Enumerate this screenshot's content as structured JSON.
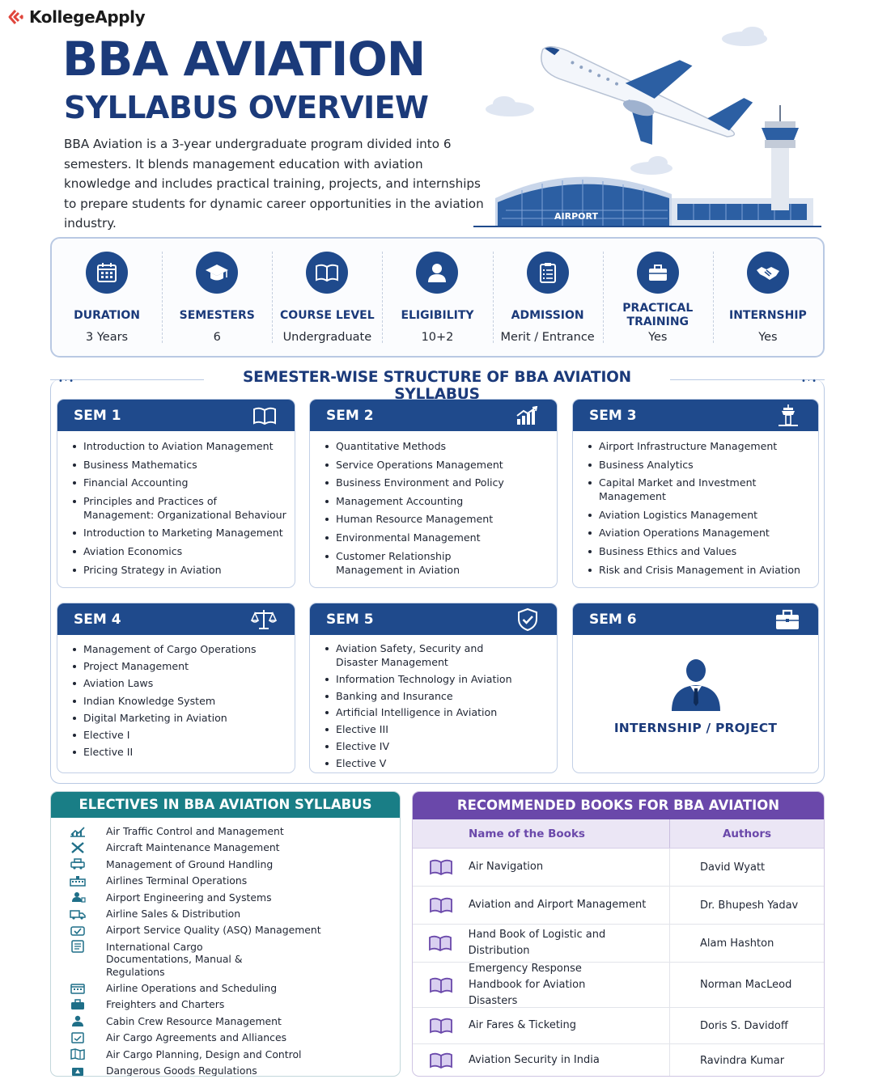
{
  "brand": {
    "name": "KollegeApply"
  },
  "title": "BBA AVIATION",
  "subtitle": "SYLLABUS OVERVIEW",
  "intro": "BBA Aviation is a 3-year undergraduate program divided into 6 semesters. It blends management education with aviation knowledge and includes practical training, projects, and internships to prepare students for dynamic career opportunities in the aviation industry.",
  "hero": {
    "airport_sign": "AIRPORT"
  },
  "stats": [
    {
      "label": "DURATION",
      "value": "3 Years",
      "icon": "calendar-icon"
    },
    {
      "label": "SEMESTERS",
      "value": "6",
      "icon": "graduation-cap-icon"
    },
    {
      "label": "COURSE LEVEL",
      "value": "Undergraduate",
      "icon": "book-icon"
    },
    {
      "label": "ELIGIBILITY",
      "value": "10+2",
      "icon": "person-icon"
    },
    {
      "label": "ADMISSION",
      "value": "Merit / Entrance",
      "icon": "clipboard-icon"
    },
    {
      "label": "PRACTICAL TRAINING",
      "value": "Yes",
      "icon": "briefcase-icon"
    },
    {
      "label": "INTERNSHIP",
      "value": "Yes",
      "icon": "handshake-icon"
    }
  ],
  "semester_section": {
    "heading": "SEMESTER-WISE STRUCTURE OF BBA AVIATION SYLLABUS",
    "semesters": [
      {
        "title": "SEM 1",
        "icon": "open-book-icon",
        "subjects": [
          "Introduction to Aviation Management",
          "Business Mathematics",
          "Financial Accounting",
          "Principles and Practices of Management: Organizational Behaviour",
          "Introduction to Marketing Management",
          "Aviation Economics",
          "Pricing Strategy in Aviation"
        ]
      },
      {
        "title": "SEM 2",
        "icon": "growth-chart-icon",
        "subjects": [
          "Quantitative Methods",
          "Service Operations Management",
          "Business Environment and Policy",
          "Management Accounting",
          "Human Resource Management",
          "Environmental Management",
          "Customer Relationship Management in Aviation"
        ]
      },
      {
        "title": "SEM 3",
        "icon": "control-tower-icon",
        "subjects": [
          "Airport Infrastructure Management",
          "Business Analytics",
          "Capital Market and Investment Management",
          "Aviation Logistics Management",
          "Aviation Operations Management",
          "Business Ethics and Values",
          "Risk and Crisis Management in Aviation"
        ]
      },
      {
        "title": "SEM 4",
        "icon": "scales-icon",
        "subjects": [
          "Management of Cargo Operations",
          "Project Management",
          "Aviation Laws",
          "Indian Knowledge System",
          "Digital Marketing in Aviation",
          "Elective I",
          "Elective II"
        ]
      },
      {
        "title": "SEM 5",
        "icon": "shield-check-icon",
        "subjects": [
          "Aviation Safety, Security and Disaster Management",
          "Information Technology in Aviation",
          "Banking and Insurance",
          "Artificial Intelligence in Aviation",
          "Elective III",
          "Elective IV",
          "Elective V"
        ]
      },
      {
        "title": "SEM 6",
        "icon": "briefcase-icon",
        "subjects": [],
        "highlight": "INTERNSHIP / PROJECT"
      }
    ]
  },
  "electives": {
    "heading": "ELECTIVES IN BBA AVIATION SYLLABUS",
    "items": [
      "Air Traffic Control and Management",
      "Aircraft Maintenance Management",
      "Management of Ground Handling",
      "Airlines Terminal Operations",
      "Airport Engineering and Systems",
      "Airline Sales & Distribution",
      "Airport Service Quality (ASQ) Management",
      "International Cargo Documentations, Manual & Regulations",
      "Airline Operations and Scheduling",
      "Freighters and Charters",
      "Cabin Crew Resource Management",
      "Air Cargo Agreements and Alliances",
      "Air Cargo Planning, Design and Control",
      "Dangerous Goods Regulations"
    ]
  },
  "books": {
    "heading": "RECOMMENDED BOOKS FOR BBA AVIATION",
    "col_name": "Name of the Books",
    "col_author": "Authors",
    "rows": [
      {
        "name": "Air Navigation",
        "author": "David Wyatt"
      },
      {
        "name": "Aviation and Airport Management",
        "author": "Dr. Bhupesh Yadav"
      },
      {
        "name": "Hand Book of Logistic and Distribution",
        "author": "Alam Hashton"
      },
      {
        "name": "Emergency Response Handbook for Aviation Disasters",
        "author": "Norman MacLeod"
      },
      {
        "name": "Air Fares & Ticketing",
        "author": "Doris S. Davidoff"
      },
      {
        "name": "Aviation Security in India",
        "author": "Ravindra Kumar"
      }
    ]
  },
  "colors": {
    "navy": "#1f4a8c",
    "teal": "#197e86",
    "purple": "#6a48aa"
  }
}
